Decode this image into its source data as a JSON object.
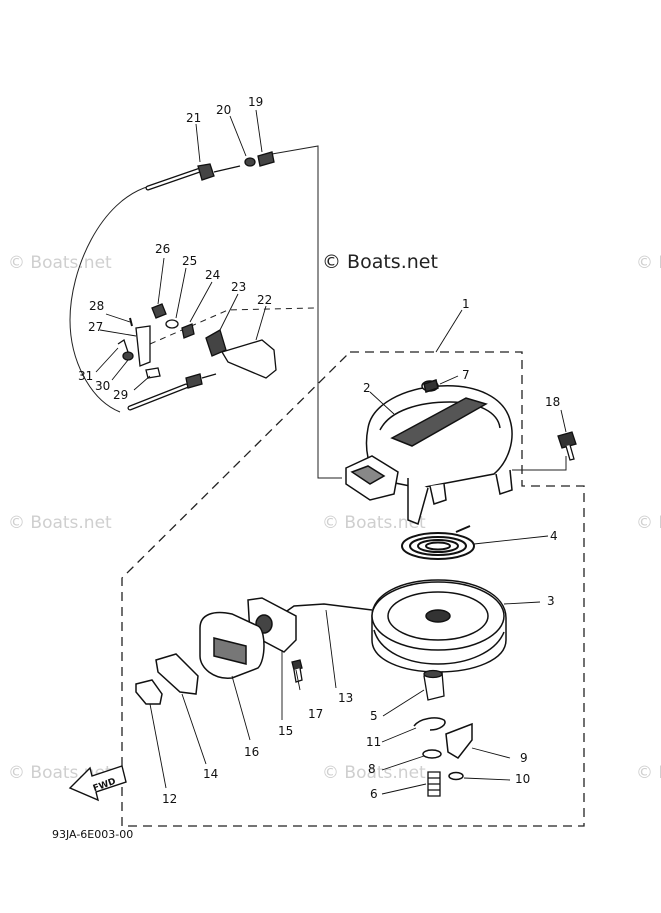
{
  "watermarks": {
    "main": "© Boats.net",
    "faint": "© Boats.net"
  },
  "diagram_code": "93JA-6E003-00",
  "fwd_label": "FWD",
  "callouts": {
    "c1": "1",
    "c2": "2",
    "c3": "3",
    "c4": "4",
    "c5": "5",
    "c6": "6",
    "c7": "7",
    "c8": "8",
    "c9": "9",
    "c10": "10",
    "c11": "11",
    "c12": "12",
    "c13": "13",
    "c14": "14",
    "c15": "15",
    "c16": "16",
    "c17": "17",
    "c18": "18",
    "c19": "19",
    "c20": "20",
    "c21": "21",
    "c22": "22",
    "c23": "23",
    "c24": "24",
    "c25": "25",
    "c26": "26",
    "c27": "27",
    "c28": "28",
    "c29": "29",
    "c30": "30",
    "c31": "31"
  }
}
